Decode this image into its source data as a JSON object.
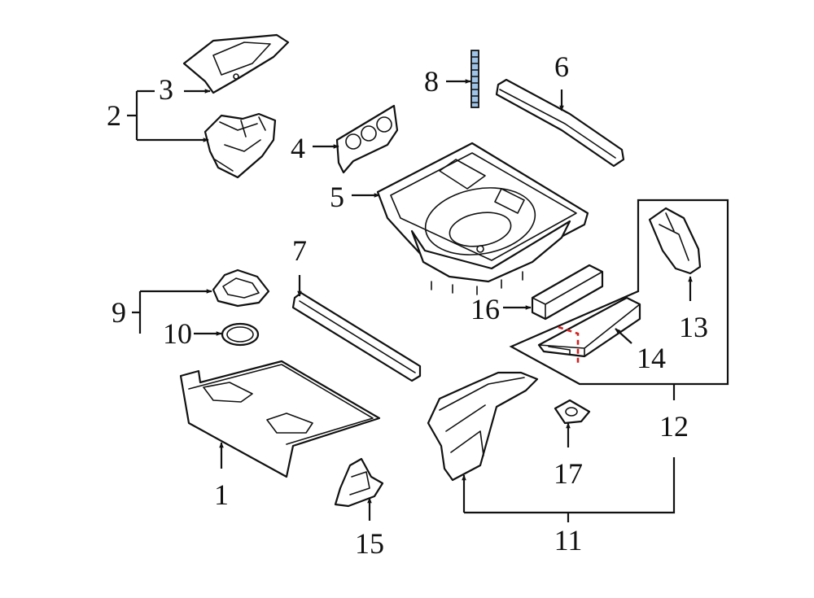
{
  "callouts": {
    "c1": "1",
    "c2": "2",
    "c3": "3",
    "c4": "4",
    "c5": "5",
    "c6": "6",
    "c7": "7",
    "c8": "8",
    "c9": "9",
    "c10": "10",
    "c11": "11",
    "c12": "12",
    "c13": "13",
    "c14": "14",
    "c15": "15",
    "c16": "16",
    "c17": "17"
  },
  "colors": {
    "line": "#111111",
    "cut_line": "#d32020",
    "stud_fill": "#9ec3e6"
  }
}
